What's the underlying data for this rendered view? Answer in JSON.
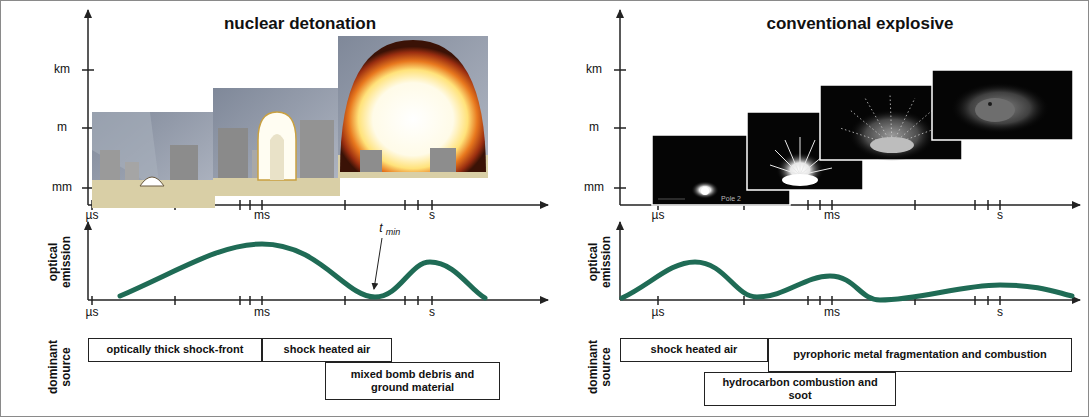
{
  "diagram": {
    "nodes": [
      {
        "text": [
          "optically thick shock-front"
        ]
      },
      {
        "text": [
          "shock heated air"
        ]
      },
      {
        "text": [
          "mixed bomb debris and ground material"
        ]
      },
      {
        "text": [
          "shock heated air"
        ]
      },
      {
        "text": [
          "pyrophoric metal fragmentation and combustion"
        ]
      },
      {
        "text": [
          "hydrocarbon combustion and soot"
        ]
      }
    ],
    "labels": [
      "nuclear detonation",
      "km",
      "m",
      "mm",
      "µs",
      "ms",
      "s",
      "optical emission",
      "t",
      "min",
      "µs",
      "ms",
      "s",
      "dominant source",
      "conventional explosive",
      "Pole 2",
      "km",
      "m",
      "mm",
      "µs",
      "ms",
      "s",
      "optical emission",
      "µs",
      "ms",
      "s",
      "dominant source"
    ]
  }
}
